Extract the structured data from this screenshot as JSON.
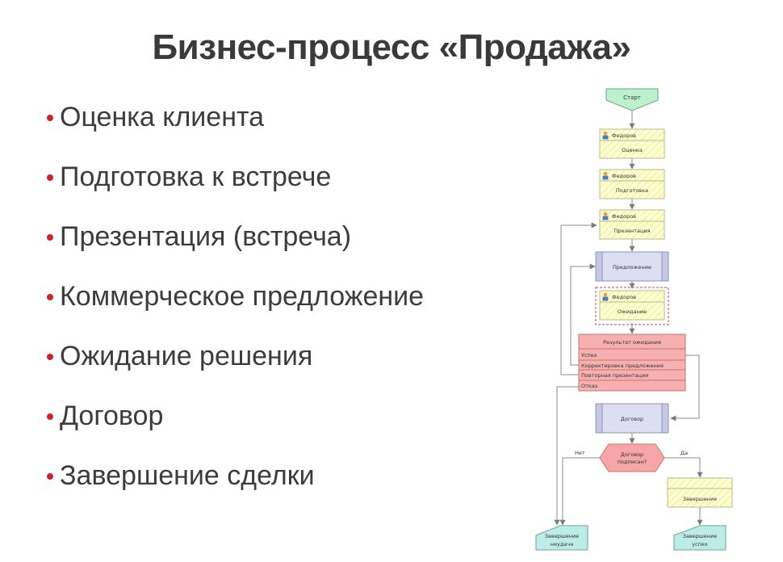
{
  "slide": {
    "title": "Бизнес-процесс «Продажа»",
    "bullets": [
      "Оценка клиента",
      "Подготовка к встрече",
      "Презентация (встреча)",
      "Коммерческое предложение",
      "Ожидание решения",
      "Договор",
      "Завершение сделки"
    ]
  },
  "flowchart": {
    "start": "Старт",
    "tasks": {
      "assignee": "Федоров",
      "assessment": "Оценка",
      "preparation": "Подготовка",
      "presentation": "Презентация",
      "waiting": "Ожидание",
      "completion": "Завершение"
    },
    "subprocesses": {
      "proposal": "Предложение",
      "contract": "Договор"
    },
    "result_block": {
      "header": "Результат ожидания",
      "options": [
        "Успех",
        "Корректировка предложения",
        "Повторная презентация",
        "Отказ"
      ]
    },
    "decision": {
      "line1": "Договор",
      "line2": "подписан?",
      "no_label": "Нет",
      "yes_label": "Да"
    },
    "ends": {
      "failure_line1": "Завершение",
      "failure_line2": "неудача",
      "success_line1": "Завершение",
      "success_line2": "успех"
    },
    "colors": {
      "terminal_fill": "#bdf0cf",
      "task_fill": "#ffffcc",
      "subprocess_fill": "#dcdff2",
      "result_fill": "#f6b0b0",
      "decision_fill": "#f7a6a6",
      "end_fill": "#bdebe6"
    }
  }
}
